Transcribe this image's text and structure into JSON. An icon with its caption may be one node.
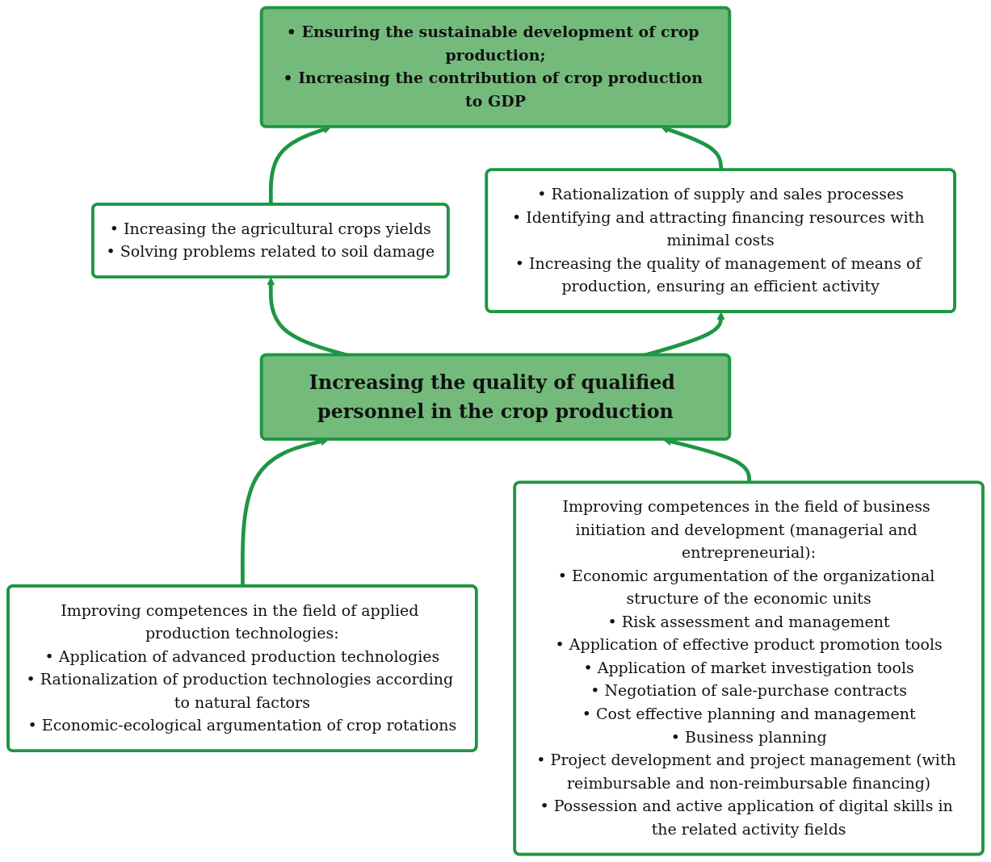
{
  "diagram": {
    "nodes": [
      {
        "text": [
          "• Ensuring the sustainable development of crop production;",
          "• Increasing the contribution of crop production to GDP"
        ]
      },
      {
        "text": [
          "• Increasing the agricultural crops yields",
          "• Solving problems related to soil damage"
        ]
      },
      {
        "text": [
          "• Rationalization of supply and sales processes",
          "• Identifying and attracting financing resources with minimal costs",
          "• Increasing the quality of management of means of production, ensuring an efficient activity"
        ]
      },
      {
        "text": [
          "Increasing the quality of qualified personnel in the crop production"
        ]
      },
      {
        "text": [
          "Improving competences in the field of applied production technologies:",
          "• Application of advanced production technologies",
          "• Rationalization of production technologies according to natural factors",
          "• Economic-ecological argumentation of crop rotations"
        ]
      },
      {
        "text": [
          "Improving competences in the field of business initiation and development (managerial and entrepreneurial):",
          "• Economic argumentation of the organizational structure of the economic units",
          "• Risk assessment and management",
          "• Application of effective product promotion tools",
          "• Application of market investigation tools",
          "• Negotiation of sale-purchase contracts",
          "• Cost effective planning and management",
          "• Business planning",
          "• Project development and project management (with reimbursable and non-reimbursable financing)",
          "• Possession and active application of digital skills in the related activity fields"
        ]
      }
    ],
    "edges": [
      {
        "from": 1,
        "to": 0,
        "arrow": "to"
      },
      {
        "from": 2,
        "to": 0,
        "arrow": "to"
      },
      {
        "from": 3,
        "to": 1,
        "arrow": "to"
      },
      {
        "from": 3,
        "to": 2,
        "arrow": "to"
      },
      {
        "from": 4,
        "to": 3,
        "arrow": "to"
      },
      {
        "from": 5,
        "to": 3,
        "arrow": "to"
      }
    ]
  }
}
